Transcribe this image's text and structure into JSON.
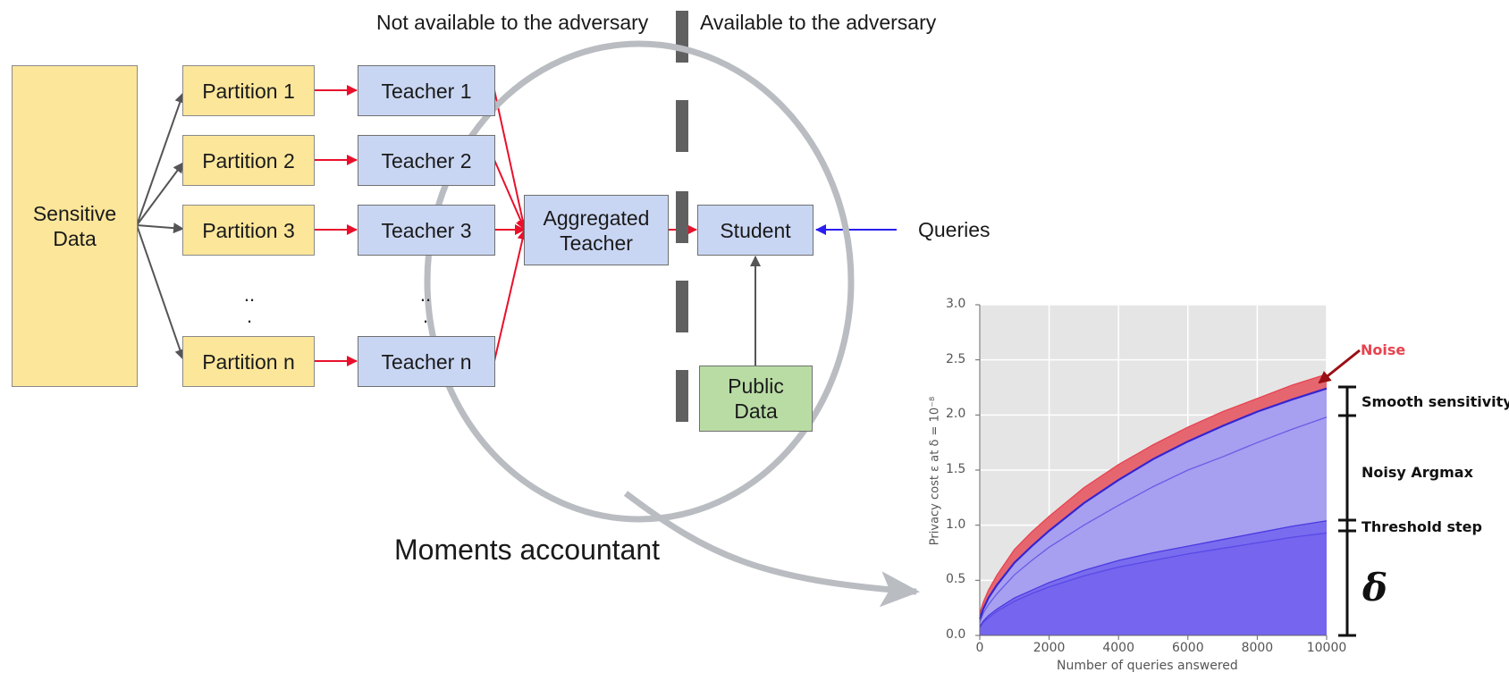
{
  "labels": {
    "not_available": "Not available to the adversary",
    "available": "Available to the adversary",
    "queries": "Queries",
    "moments": "Moments accountant"
  },
  "boxes": {
    "sensitive": [
      "Sensitive",
      "Data"
    ],
    "partitions": [
      "Partition 1",
      "Partition 2",
      "Partition 3",
      "Partition n"
    ],
    "teachers": [
      "Teacher 1",
      "Teacher 2",
      "Teacher 3",
      "Teacher n"
    ],
    "aggregated": [
      "Aggregated",
      "Teacher"
    ],
    "student": "Student",
    "public": [
      "Public",
      "Data"
    ]
  },
  "ellipsis": "..",
  "colors": {
    "yellow_fill": "#fce69a",
    "blue_fill": "#c9d6f3",
    "green_fill": "#b9dca5",
    "red_arrow": "#e8102b",
    "blue_arrow": "#2a1ef0",
    "gray_arrow": "#555555",
    "moments_curve": "#b9bcc1",
    "noise": "#e8434f",
    "noise_pointer": "#9a0f14"
  },
  "chart_data": {
    "type": "area",
    "xlabel": "Number of queries answered",
    "ylabel": "Privacy cost ε at δ = 10⁻⁸",
    "xlim": [
      0,
      10000
    ],
    "ylim": [
      0,
      3.0
    ],
    "x_ticks": [
      0,
      2000,
      4000,
      6000,
      8000,
      10000
    ],
    "y_ticks": [
      0.0,
      0.5,
      1.0,
      1.5,
      2.0,
      2.5,
      3.0
    ],
    "grid": true,
    "x": [
      0,
      100,
      250,
      500,
      1000,
      1500,
      2000,
      3000,
      4000,
      5000,
      6000,
      7000,
      8000,
      9000,
      10000
    ],
    "series": [
      {
        "name": "δ",
        "values": [
          0.07,
          0.12,
          0.16,
          0.22,
          0.31,
          0.38,
          0.44,
          0.54,
          0.62,
          0.68,
          0.74,
          0.79,
          0.84,
          0.89,
          0.93
        ]
      },
      {
        "name": "Threshold step",
        "values": [
          0.08,
          0.13,
          0.18,
          0.24,
          0.34,
          0.41,
          0.48,
          0.59,
          0.68,
          0.75,
          0.81,
          0.87,
          0.93,
          0.99,
          1.04
        ]
      },
      {
        "name": "Noisy Argmax",
        "values": [
          0.12,
          0.2,
          0.28,
          0.38,
          0.55,
          0.68,
          0.8,
          1.0,
          1.18,
          1.35,
          1.5,
          1.62,
          1.75,
          1.87,
          1.98
        ]
      },
      {
        "name": "Smooth sensitivity",
        "values": [
          0.15,
          0.24,
          0.34,
          0.46,
          0.66,
          0.81,
          0.95,
          1.2,
          1.41,
          1.6,
          1.76,
          1.9,
          2.03,
          2.14,
          2.24
        ]
      },
      {
        "name": "Noise",
        "values": [
          0.2,
          0.3,
          0.41,
          0.55,
          0.78,
          0.94,
          1.08,
          1.34,
          1.55,
          1.73,
          1.89,
          2.03,
          2.15,
          2.27,
          2.37
        ]
      }
    ],
    "annotations": [
      "Noise",
      "Smooth sensitivity",
      "Noisy Argmax",
      "Threshold step",
      "δ"
    ]
  }
}
